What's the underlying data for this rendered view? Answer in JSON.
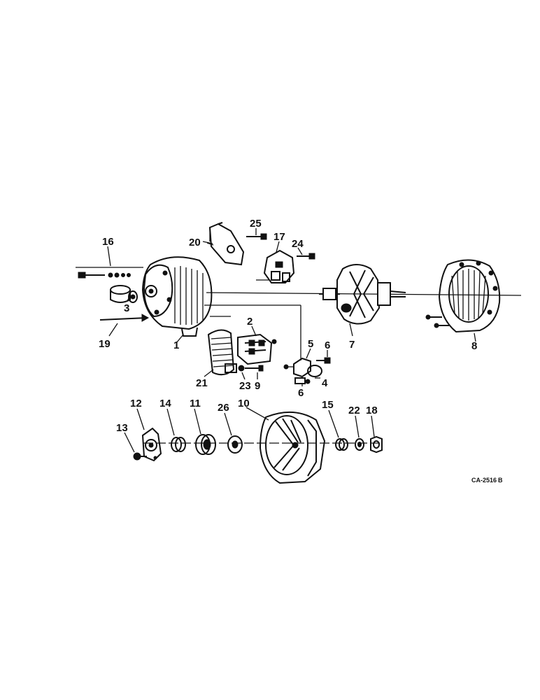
{
  "drawing_code": "CA-2516",
  "drawing_code_suffix": "B",
  "callouts": {
    "c1": "1",
    "c2": "2",
    "c3": "3",
    "c4": "4",
    "c5": "5",
    "c6a": "6",
    "c6b": "6",
    "c7": "7",
    "c8": "8",
    "c9": "9",
    "c10": "10",
    "c11": "11",
    "c12": "12",
    "c13": "13",
    "c14": "14",
    "c15": "15",
    "c16": "16",
    "c17": "17",
    "c18": "18",
    "c19": "19",
    "c20": "20",
    "c21": "21",
    "c22": "22",
    "c23": "23",
    "c24": "24",
    "c25": "25",
    "c26": "26"
  }
}
